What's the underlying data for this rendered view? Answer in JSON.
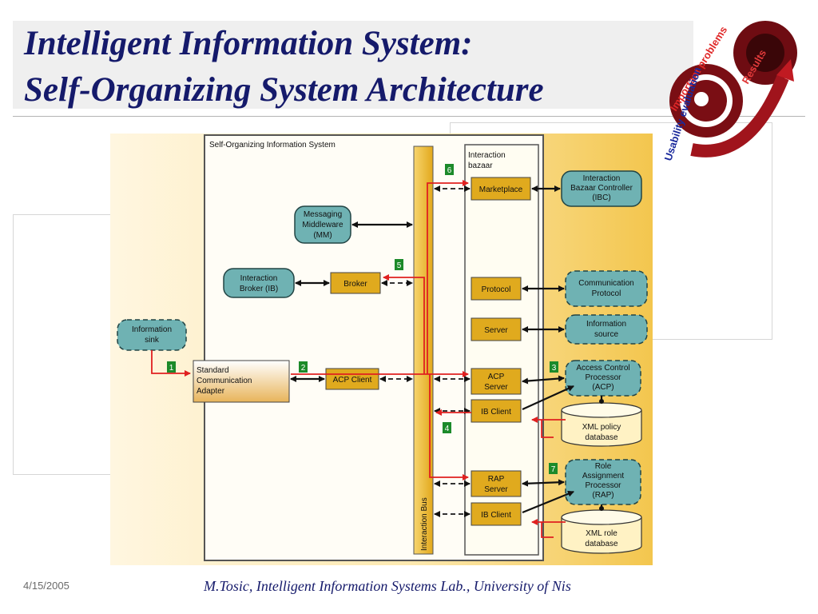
{
  "slide": {
    "title_line1": "Intelligent Information System:",
    "title_line2": "Self-Organizing System Architecture",
    "date": "4/15/2005",
    "credit": "M.Tosic, Intelligent Information Systems Lab., University of Nis"
  },
  "logo": {
    "important_problems": "Important problems",
    "usability_evaluation": "Usability evaluation",
    "results": "Results"
  },
  "diagram": {
    "system_title": "Self-Organizing Information System",
    "bazaar_label": [
      "Interaction",
      "bazaar"
    ],
    "bus_label": "Interaction Bus",
    "boxes": {
      "marketplace": "Marketplace",
      "broker": "Broker",
      "protocol": "Protocol",
      "server": "Server",
      "acp_client": "ACP Client",
      "acp_server": [
        "ACP",
        "Server"
      ],
      "ib_client_1": "IB Client",
      "rap_server": [
        "RAP",
        "Server"
      ],
      "ib_client_2": "IB Client",
      "sca": [
        "Standard",
        "Communication",
        "Adapter"
      ]
    },
    "externals": {
      "ibc": [
        "Interaction",
        "Bazaar Controller",
        "(IBC)"
      ],
      "mm": [
        "Messaging",
        "Middleware",
        "(MM)"
      ],
      "ib": [
        "Interaction",
        "Broker (IB)"
      ],
      "comm_protocol": [
        "Communication",
        "Protocol"
      ],
      "info_source": [
        "Information",
        "source"
      ],
      "info_sink": [
        "Information",
        "sink"
      ],
      "acp_proc": [
        "Access Control",
        "Processor",
        "(ACP)"
      ],
      "rap_proc": [
        "Role",
        "Assignment",
        "Processor",
        "(RAP)"
      ]
    },
    "databases": {
      "xml_policy": [
        "XML policy",
        "database"
      ],
      "xml_role": [
        "XML role",
        "database"
      ]
    },
    "step_markers": [
      "1",
      "2",
      "3",
      "4",
      "5",
      "6",
      "7"
    ]
  },
  "colors": {
    "title": "#151a6b",
    "teal": "#6fb2b3",
    "gold": "#e0aa1e",
    "red_path": "#e02020",
    "marker_green": "#1c8a2a",
    "logo_red": "#a0141c"
  }
}
